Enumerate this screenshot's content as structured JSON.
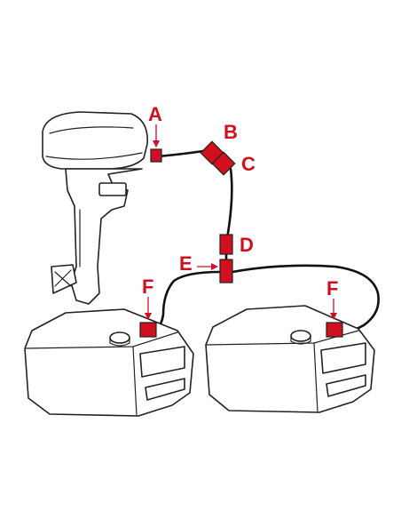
{
  "diagram": {
    "accent_color": "#d0101e",
    "labels": {
      "A": "A",
      "B": "B",
      "C": "C",
      "D": "D",
      "E": "E",
      "F_left": "F",
      "F_right": "F"
    }
  }
}
